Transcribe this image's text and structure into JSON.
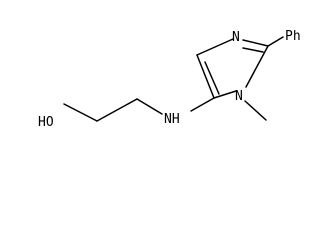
{
  "molecule": {
    "labels": {
      "n_ring": "N",
      "phenyl": "Ph",
      "n_methyl": "N",
      "nh": "NH",
      "hydroxyl": "HO"
    },
    "bond_color": "#000000",
    "text_color": "#000000"
  }
}
